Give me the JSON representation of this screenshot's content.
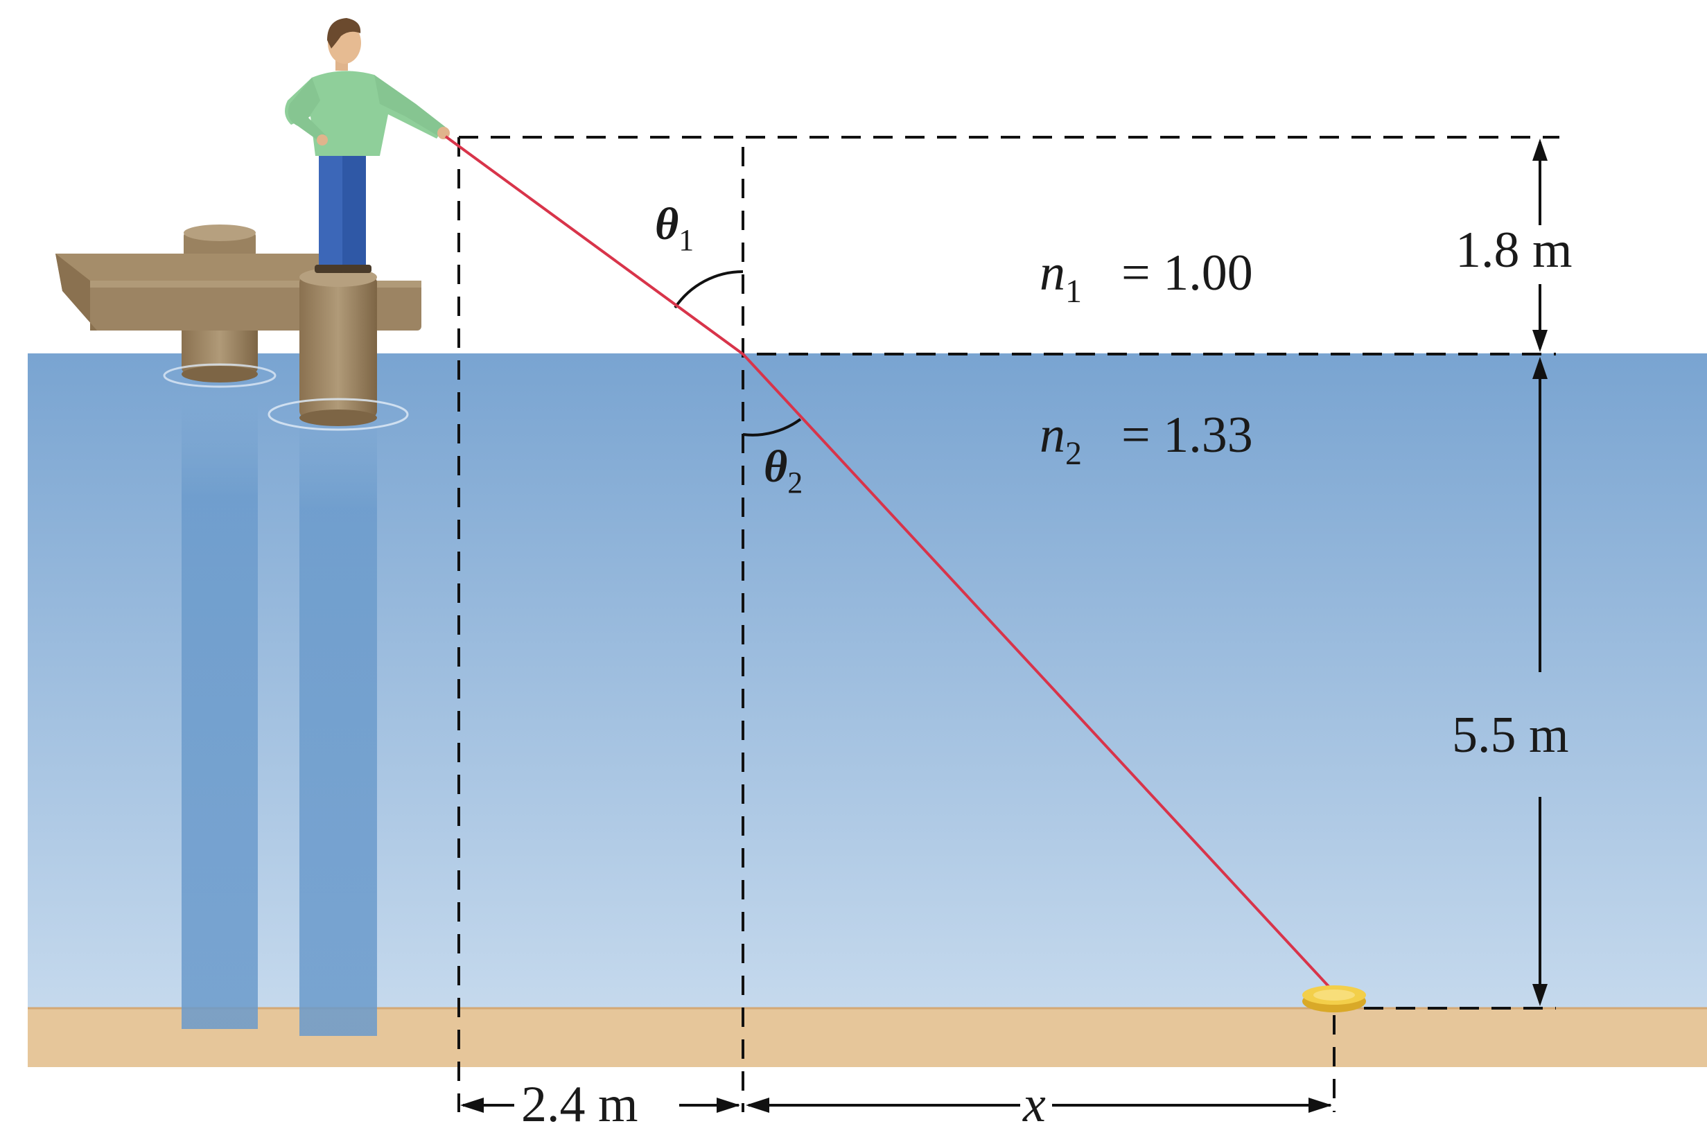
{
  "labels": {
    "theta1": "θ",
    "theta1_sub": "1",
    "theta2": "θ",
    "theta2_sub": "2",
    "n1_sym": "n",
    "n1_sub": "1",
    "n1_val": "= 1.00",
    "n2_sym": "n",
    "n2_sub": "2",
    "n2_val": "= 1.33",
    "height_above": "1.8 m",
    "depth": "5.5 m",
    "horizontal_left": "2.4 m",
    "horizontal_right": "x"
  },
  "colors": {
    "water_top": "#7ba6d2",
    "water_bottom": "#c3d7ec",
    "sand": "#e6c69a",
    "ray": "#d8344a",
    "dock_wood": "#9c8463",
    "shirt": "#8fcf9a",
    "pants": "#3c67b8",
    "coin": "#f3cf4a"
  }
}
